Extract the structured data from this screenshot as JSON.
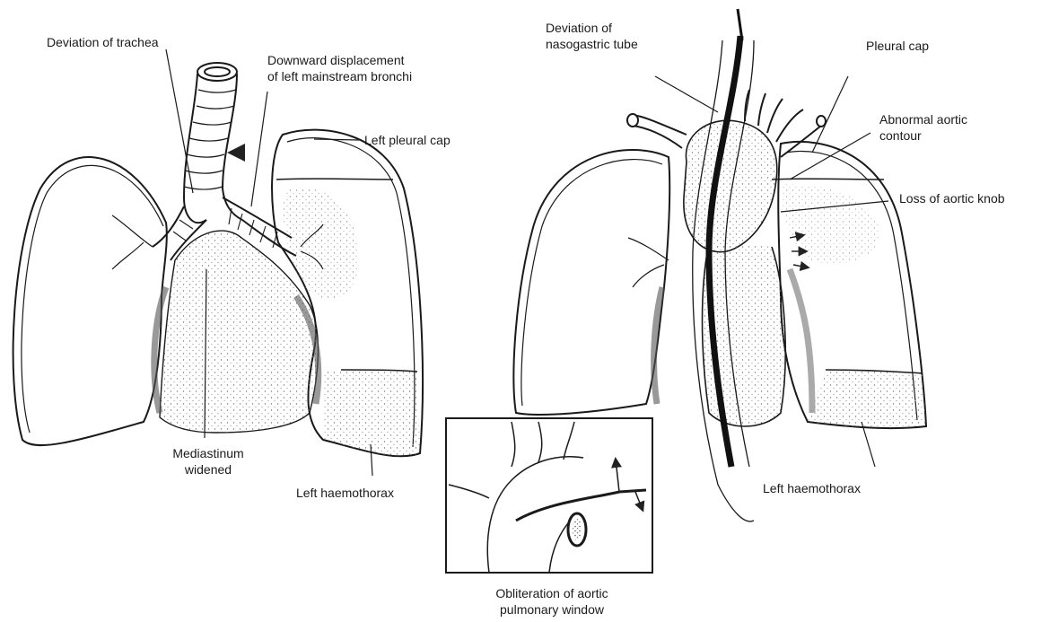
{
  "labels": {
    "deviation_trachea": "Deviation of trachea",
    "downward_displacement": "Downward displacement\nof left mainstream bronchi",
    "left_pleural_cap": "Left pleural cap",
    "mediastinum_widened": "Mediastinum\nwidened",
    "left_haemothorax_left": "Left haemothorax",
    "deviation_ng_tube": "Deviation of\nnasogastric tube",
    "pleural_cap": "Pleural cap",
    "abnormal_aortic_contour": "Abnormal aortic\ncontour",
    "loss_aortic_knob": "Loss of aortic knob",
    "left_haemothorax_right": "Left haemothorax",
    "obliteration_window": "Obliteration of aortic\npulmonary window"
  }
}
